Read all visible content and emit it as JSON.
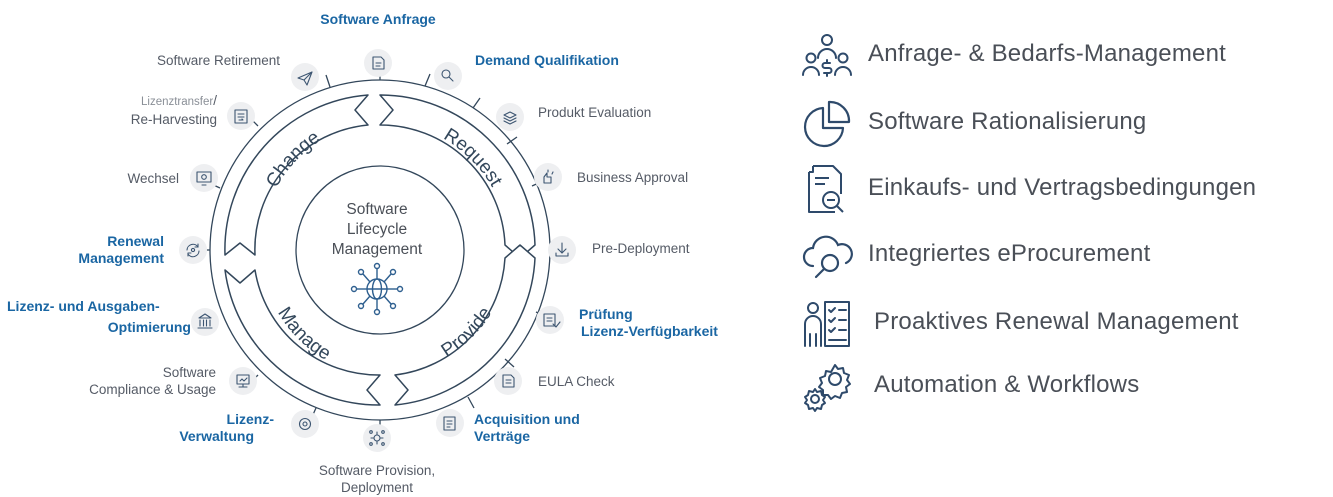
{
  "cycle": {
    "center": [
      "Software",
      "Lifecycle",
      "Management"
    ],
    "phases": {
      "request": "Request",
      "provide": "Provide",
      "manage": "Manage",
      "change": "Change"
    },
    "steps": {
      "software_anfrage": "Software Anfrage",
      "demand_qualifikation": "Demand Qualifikation",
      "produkt_evaluation": "Produkt Evaluation",
      "business_approval": "Business Approval",
      "pre_deployment": "Pre-Deployment",
      "pruefung": [
        "Prüfung",
        "Lizenz-Verfügbarkeit"
      ],
      "eula_check": "EULA Check",
      "acquisition": [
        "Acquisition und",
        "Verträge"
      ],
      "provision": [
        "Software Provision,",
        "Deployment"
      ],
      "lizenz_verwaltung": [
        "Lizenz-",
        "Verwaltung"
      ],
      "compliance": [
        "Software",
        "Compliance & Usage"
      ],
      "optimierung": [
        "Lizenz- und Ausgaben-",
        "Optimierung"
      ],
      "renewal": [
        "Renewal",
        "Management"
      ],
      "wechsel": "Wechsel",
      "lizenztransfer": [
        "Lizenztransfer",
        "/",
        "Re-Harvesting"
      ],
      "retirement": "Software Retirement"
    }
  },
  "features": [
    {
      "icon": "people-dollar-icon",
      "label": "Anfrage- & Bedarfs-Management"
    },
    {
      "icon": "pie-chart-icon",
      "label": "Software Rationalisierung"
    },
    {
      "icon": "document-search-icon",
      "label": "Einkaufs- und Vertragsbedingungen"
    },
    {
      "icon": "cloud-search-icon",
      "label": "Integriertes eProcurement"
    },
    {
      "icon": "person-checklist-icon",
      "label": "Proaktives Renewal Management"
    },
    {
      "icon": "gears-icon",
      "label": "Automation & Workflows"
    }
  ],
  "colors": {
    "ring": "#33475b",
    "highlight": "#1a66a3",
    "text": "#555b66",
    "icon_bg": "#eeeff1",
    "feature_icon": "#2e4a6b"
  }
}
